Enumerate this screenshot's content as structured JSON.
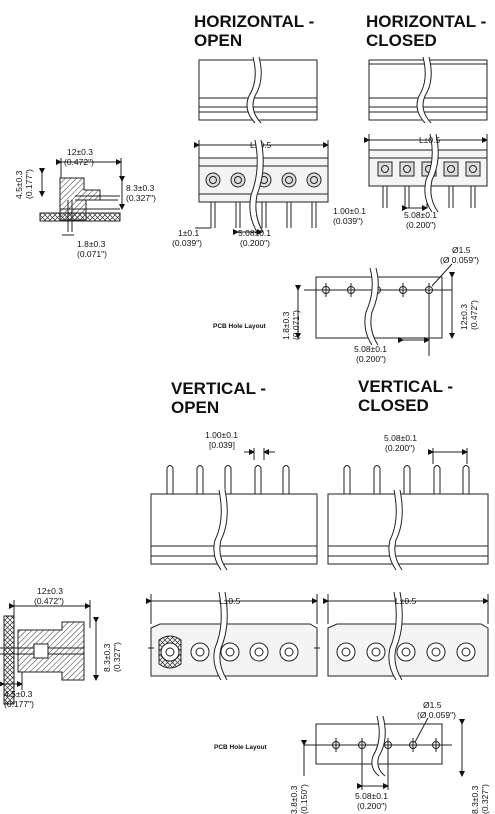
{
  "headings": {
    "h_open": [
      "HORIZONTAL -",
      "OPEN"
    ],
    "h_closed": [
      "HORIZONTAL -",
      "CLOSED"
    ],
    "v_open": [
      "VERTICAL -",
      "OPEN"
    ],
    "v_closed": [
      "VERTICAL -",
      "CLOSED"
    ]
  },
  "pcb_label": "PCB Hole Layout",
  "dims": {
    "h_side_top": [
      "12±0.3",
      "(0.472\")"
    ],
    "h_side_left": [
      "4.5±0.3",
      "(0.177\")"
    ],
    "h_side_right": [
      "8.3±0.3",
      "(0.327\")"
    ],
    "h_side_bottom": [
      "1.8±0.3",
      "(0.071\")"
    ],
    "h_length": "L±0.5",
    "h_open_left": [
      "1±0.1",
      "(0.039\")"
    ],
    "h_open_pitch": [
      "5.08±0.1",
      "(0.200\")"
    ],
    "h_closed_left": [
      "1.00±0.1",
      "(0.039\")"
    ],
    "h_closed_pitch": [
      "5.08±0.1",
      "(0.200\")"
    ],
    "h_pcb_hole": [
      "Ø1.5",
      "(Ø 0.059\")"
    ],
    "h_pcb_left": [
      "1.8±0.3",
      "(0.071\")"
    ],
    "h_pcb_right": [
      "12±0.3",
      "(0.472\")"
    ],
    "h_pcb_pitch": [
      "5.08±0.1",
      "(0.200\")"
    ],
    "v_open_top": [
      "1.00±0.1",
      "[0.039]"
    ],
    "v_closed_top": [
      "5.08±0.1",
      "(0.200\")"
    ],
    "v_length": "L±0.5",
    "v_side_top": [
      "12±0.3",
      "(0.472\")"
    ],
    "v_side_right": [
      "8.3±0.3",
      "(0.327\")"
    ],
    "v_side_bottom": [
      "4.5±0.3",
      "(0.177\")"
    ],
    "v_pcb_hole": [
      "Ø1.5",
      "(Ø 0.059\")"
    ],
    "v_pcb_left": [
      "3.8±0.3",
      "(0.150\")"
    ],
    "v_pcb_pitch": [
      "5.08±0.1",
      "(0.200\")"
    ],
    "v_pcb_right": [
      "8.3±0.3",
      "(0.327\")"
    ]
  }
}
